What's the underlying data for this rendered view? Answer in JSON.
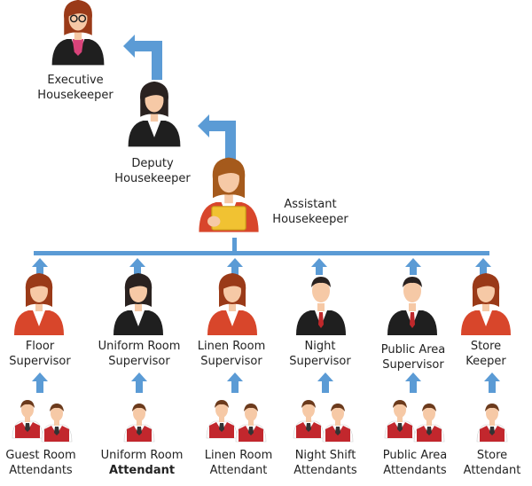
{
  "colors": {
    "connector": "#5b9bd5",
    "skin": "#f6c9a6",
    "hair_dark": "#2a2220",
    "hair_red": "#9a3a18",
    "hair_auburn": "#a55a1c",
    "suit_black": "#1f1f1f",
    "suit_red": "#d8462b",
    "shirt_white": "#ffffff",
    "tie_red": "#c0282b",
    "scarf_pink": "#d9437a",
    "vest_red": "#c2272d",
    "folder_yellow": "#f1c232"
  },
  "roles": {
    "executive": {
      "line1": "Executive",
      "line2": "Housekeeper",
      "icon": "woman-glasses-icon"
    },
    "deputy": {
      "line1": "Deputy",
      "line2": "Housekeeper",
      "icon": "woman-black-suit-icon"
    },
    "assistant": {
      "line1": "Assistant",
      "line2": "Housekeeper",
      "icon": "woman-holding-folder-icon"
    },
    "supervisors": [
      {
        "line1": "Floor",
        "line2": "Supervisor",
        "icon": "woman-red-suit-icon"
      },
      {
        "line1": "Uniform Room",
        "line2": "Supervisor",
        "icon": "woman-black-suit-icon"
      },
      {
        "line1": "Linen Room",
        "line2": "Supervisor",
        "icon": "woman-red-suit-icon"
      },
      {
        "line1": "Night",
        "line2": "Supervisor",
        "icon": "man-black-suit-icon"
      },
      {
        "line1": "Public Area",
        "line2": "Supervisor",
        "icon": "man-black-suit-icon"
      },
      {
        "line1": "Store",
        "line2": "Keeper",
        "icon": "woman-red-suit-icon"
      }
    ],
    "attendants": [
      {
        "line1": "Guest Room",
        "line2": "Attendants",
        "count": 2,
        "icon": "attendant-pair-icon"
      },
      {
        "line1": "Uniform Room",
        "line2": "Attendant",
        "count": 1,
        "icon": "attendant-icon"
      },
      {
        "line1": "Linen Room",
        "line2": "Attendant",
        "count": 2,
        "icon": "attendant-pair-icon"
      },
      {
        "line1": "Night Shift",
        "line2": "Attendants",
        "count": 2,
        "icon": "attendant-pair-icon"
      },
      {
        "line1": "Public Area",
        "line2": "Attendants",
        "count": 2,
        "icon": "attendant-pair-icon"
      },
      {
        "line1": "Store",
        "line2": "Attendant",
        "count": 1,
        "icon": "attendant-icon"
      }
    ]
  }
}
